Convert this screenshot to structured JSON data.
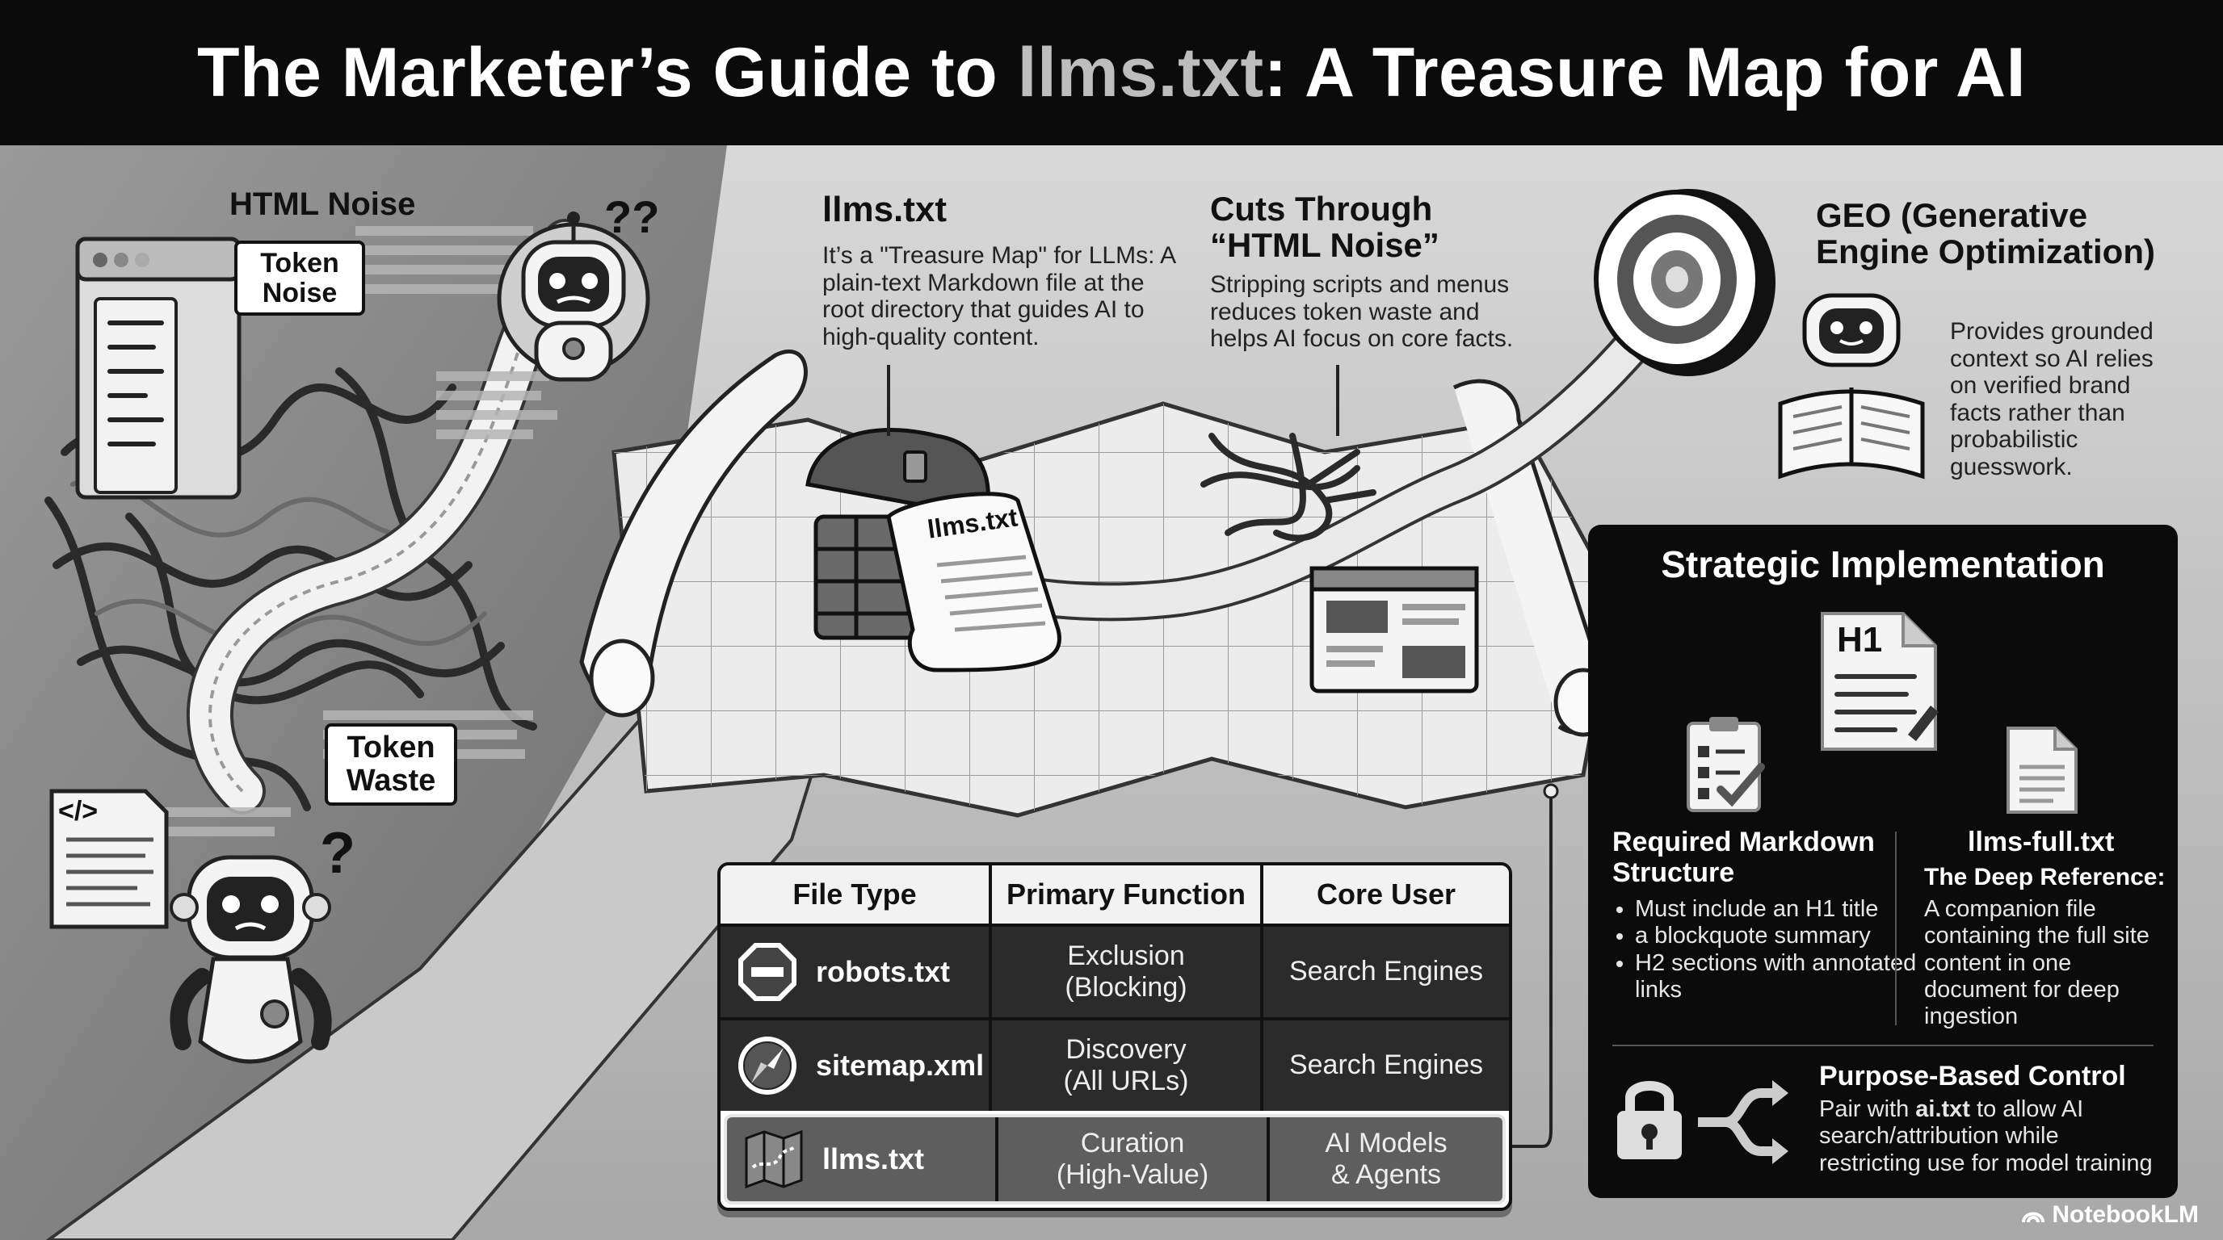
{
  "title": {
    "prefix": "The Marketer’s Guide to ",
    "highlight": "llms.txt",
    "suffix": ": A Treasure Map for AI"
  },
  "noise": {
    "heading": "HTML Noise",
    "token_noise": "Token Noise",
    "token_waste": "Token Waste",
    "code_symbol": "</>",
    "question_marks": "??",
    "question_mark": "?"
  },
  "llms": {
    "heading": "llms.txt",
    "description": "It’s a \"Treasure Map\" for LLMs: A plain-text Markdown file at the root directory that guides AI to high-quality content.",
    "scroll_label": "llms.txt"
  },
  "cuts": {
    "heading_line1": "Cuts Through",
    "heading_line2": "“HTML Noise”",
    "description": "Stripping scripts and menus reduces token waste and helps AI focus on core facts."
  },
  "geo": {
    "heading_line1": "GEO (Generative",
    "heading_line2": "Engine Optimization)",
    "description": "Provides grounded context so AI relies on verified brand facts rather than probabilistic guesswork."
  },
  "table": {
    "headers": [
      "File Type",
      "Primary Function",
      "Core User"
    ],
    "rows": [
      {
        "icon": "stop-icon",
        "file": "robots.txt",
        "function_line1": "Exclusion",
        "function_line2": "(Blocking)",
        "user_line1": "Search Engines",
        "user_line2": ""
      },
      {
        "icon": "compass-icon",
        "file": "sitemap.xml",
        "function_line1": "Discovery",
        "function_line2": "(All URLs)",
        "user_line1": "Search Engines",
        "user_line2": ""
      },
      {
        "icon": "map-icon",
        "file": "llms.txt",
        "function_line1": "Curation",
        "function_line2": "(High-Value)",
        "user_line1": "AI Models",
        "user_line2": "& Agents"
      }
    ]
  },
  "strategy": {
    "title": "Strategic Implementation",
    "h1_label": "H1",
    "markdown": {
      "heading_line1": "Required Markdown",
      "heading_line2": "Structure",
      "bullets": [
        "Must include an H1 title",
        "a blockquote summary",
        "H2 sections with annotated links"
      ]
    },
    "full": {
      "heading": "llms-full.txt",
      "subheading": "The Deep Reference:",
      "description": "A companion file containing the full site content in one document for deep ingestion"
    },
    "purpose": {
      "heading": "Purpose-Based Control",
      "text_before": "Pair with ",
      "text_bold": "ai.txt",
      "text_after": " to allow AI search/attribution while restricting use for model training"
    }
  },
  "watermark": "NotebookLM"
}
